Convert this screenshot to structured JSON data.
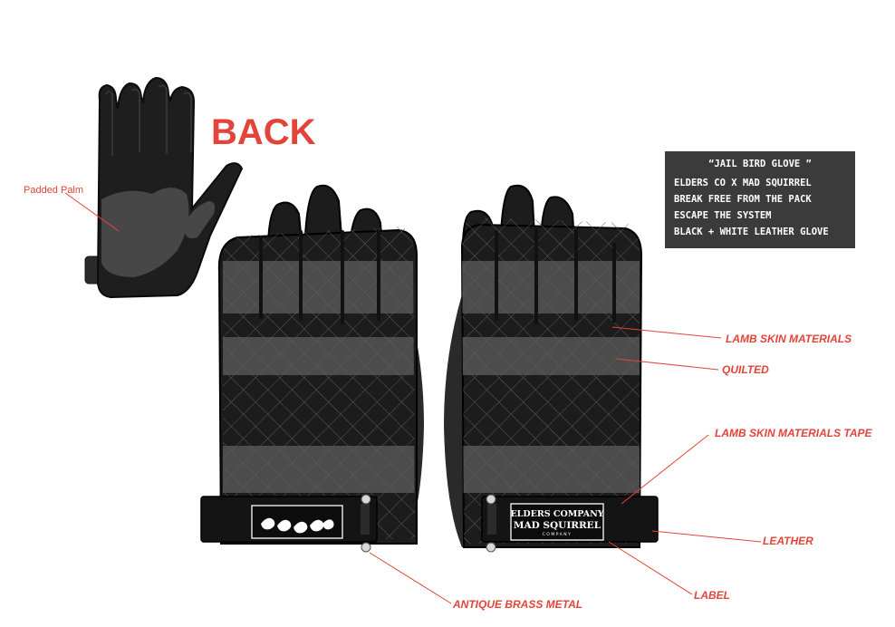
{
  "title": "BACK",
  "info_box": {
    "title": "“JAIL BIRD GLOVE ”",
    "lines": [
      "ELDERS CO X MAD SQUIRREL",
      "BREAK FREE FROM THE PACK",
      "ESCAPE THE SYSTEM",
      "BLACK + WHITE LEATHER GLOVE"
    ]
  },
  "callouts": {
    "padded_palm": "Padded Palm",
    "lamb_skin": "LAMB SKIN MATERIALS",
    "quilted": "QUILTED",
    "lamb_skin_tape": "LAMB SKIN MATERIALS TAPE",
    "leather": "LEATHER",
    "label": "LABEL",
    "antique_brass": "ANTIQUE BRASS METAL"
  },
  "label_text": {
    "line1": "ELDERS COMPANY",
    "line2": "MAD SQUIRREL",
    "line3": "COMPANY"
  },
  "colors": {
    "accent": "#e2443a",
    "glove_dark": "#1b1b1b",
    "glove_mid": "#4a4a4a",
    "info_box_bg": "#3b3b3b"
  }
}
